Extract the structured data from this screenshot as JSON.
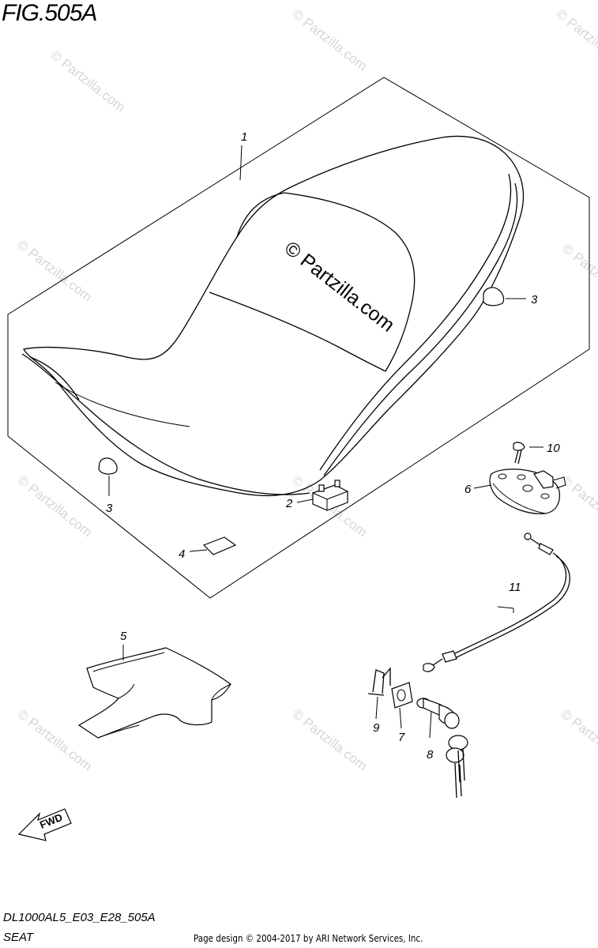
{
  "figure": {
    "title": "FIG.505A",
    "model_code": "DL1000AL5_E03_E28_505A",
    "section_name": "SEAT",
    "footer": "Page design © 2004-2017 by ARI Network Services, Inc.",
    "watermark": "© Partzilla.com",
    "fwd_label": "FWD"
  },
  "callouts": [
    {
      "part": "seat",
      "number": "1"
    },
    {
      "part": "cushion-connector",
      "number": "2"
    },
    {
      "part": "rubber-cushion-right",
      "number": "3"
    },
    {
      "part": "rubber-cushion-left",
      "number": "3"
    },
    {
      "part": "label",
      "number": "4"
    },
    {
      "part": "tray",
      "number": "5"
    },
    {
      "part": "seat-lock-base",
      "number": "6"
    },
    {
      "part": "lock-plate",
      "number": "7"
    },
    {
      "part": "key-cylinder",
      "number": "8"
    },
    {
      "part": "clip",
      "number": "9"
    },
    {
      "part": "screw",
      "number": "10"
    },
    {
      "part": "cable",
      "number": "11"
    }
  ],
  "colors": {
    "line": "#000000",
    "watermark": "#d6d6d6",
    "background": "#ffffff"
  }
}
